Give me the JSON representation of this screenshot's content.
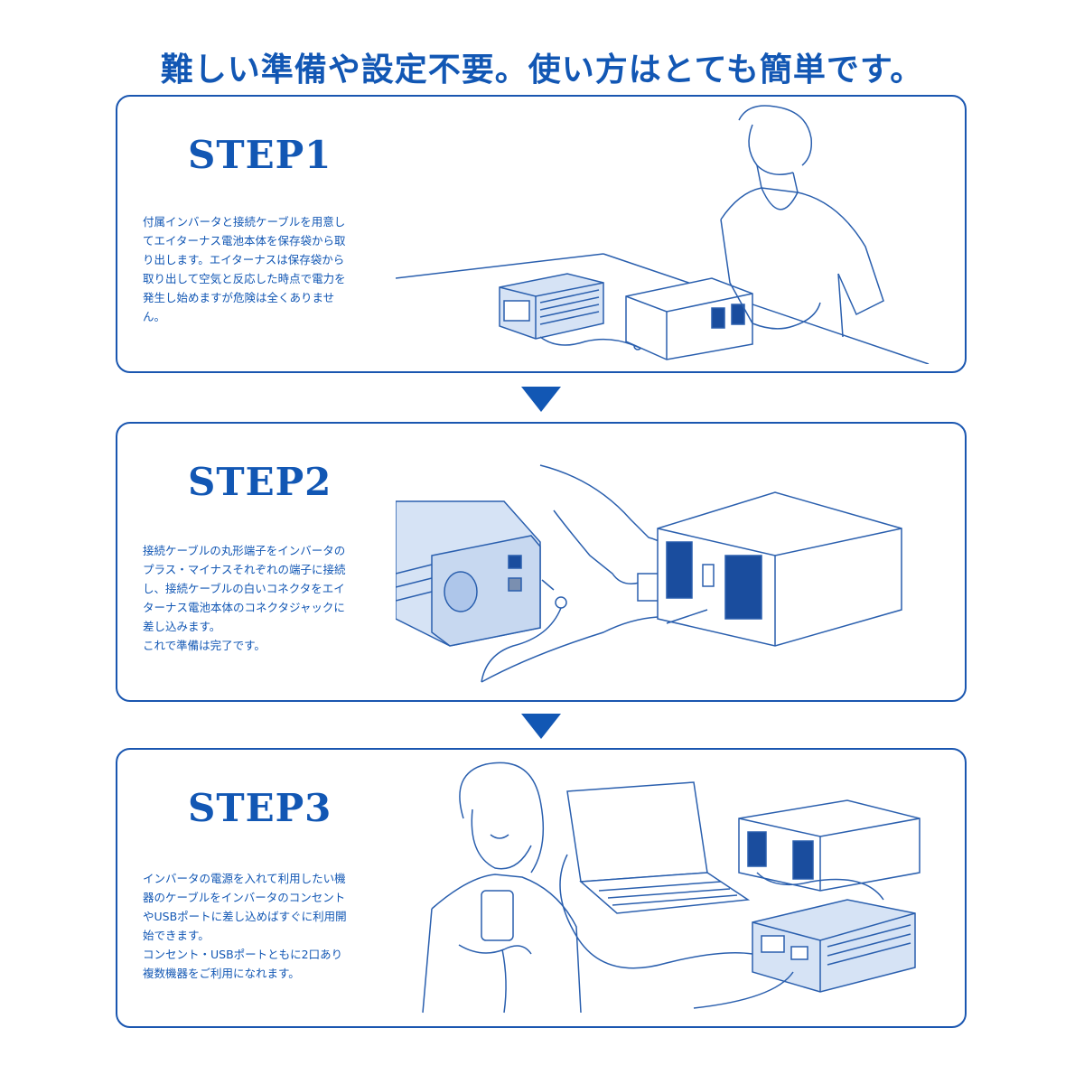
{
  "headline": "難しい準備や設定不要。使い方はとても簡単です。",
  "steps": [
    {
      "title": "STEP1",
      "text": "付属インバータと接続ケーブルを用意し\nてエイターナス電池本体を保存袋から取\nり出します。エイターナスは保存袋から\n取り出して空気と反応した時点で電力を\n発生し始めますが危険は全くありませ\nん。"
    },
    {
      "title": "STEP2",
      "text": "接続ケーブルの丸形端子をインバータの\nプラス・マイナスそれぞれの端子に接続\nし、接続ケーブルの白いコネクタをエイ\nターナス電池本体のコネクタジャックに\n差し込みます。\nこれで準備は完了です。"
    },
    {
      "title": "STEP3",
      "text": "インバータの電源を入れて利用したい機\n器のケーブルをインバータのコンセント\nやUSBポートに差し込めばすぐに利用開\n始できます。\nコンセント・USBポートともに2口あり\n複数機器をご利用になれます。"
    }
  ],
  "icons": {
    "arrow": "down-triangle-icon"
  },
  "colors": {
    "accent": "#1257b4",
    "line_art": "#2a5fae",
    "fill_light": "#d6e3f5"
  }
}
